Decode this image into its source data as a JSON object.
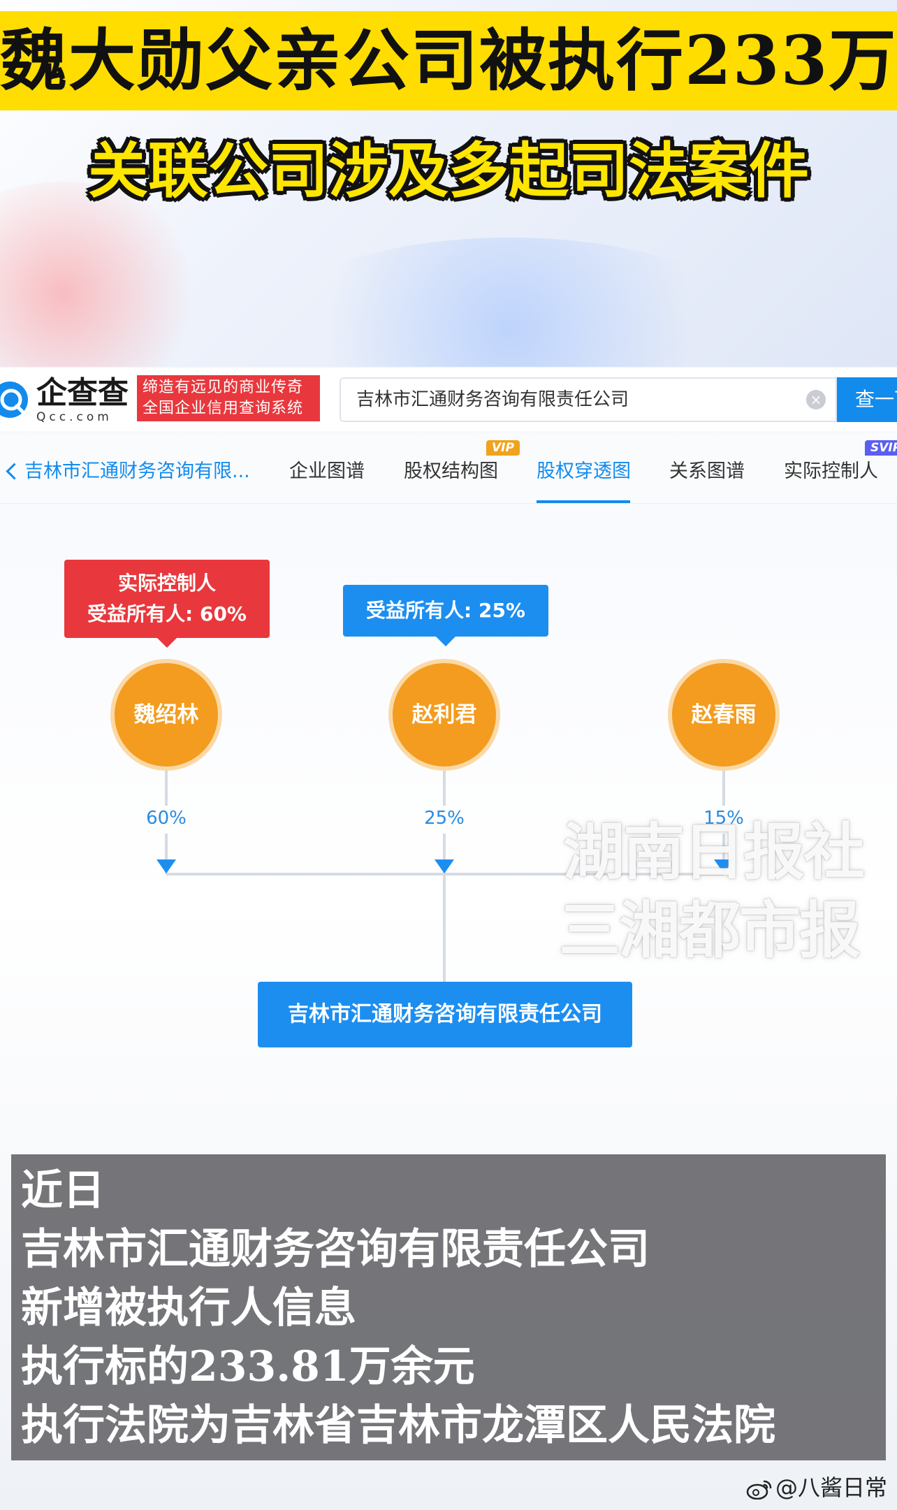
{
  "banner": {
    "title": "魏大勋父亲公司被执行233万",
    "subtitle": "关联公司涉及多起司法案件"
  },
  "qcc": {
    "logo_text": "企查查",
    "logo_domain": "Qcc.com",
    "slogan_line1": "缔造有远见的商业传奇",
    "slogan_line2": "全国企业信用查询系统",
    "search_value": "吉林市汇通财务咨询有限责任公司",
    "search_button": "查一下"
  },
  "tabs": {
    "company": "吉林市汇通财务咨询有限...",
    "items": [
      "企业图谱",
      "股权结构图",
      "股权穿透图",
      "关系图谱",
      "实际控制人"
    ],
    "active_index": 2,
    "vip_badge": "VIP",
    "svip_badge": "SVIP"
  },
  "diagram": {
    "controller_tag_line1": "实际控制人",
    "controller_tag_line2": "受益所有人: 60%",
    "beneficiary_tag": "受益所有人: 25%",
    "shareholders": [
      {
        "name": "魏绍林",
        "share": "60%"
      },
      {
        "name": "赵利君",
        "share": "25%"
      },
      {
        "name": "赵春雨",
        "share": "15%"
      }
    ],
    "company": "吉林市汇通财务咨询有限责任公司",
    "watermark_line1": "湖南日报社",
    "watermark_line2": "三湘都市报"
  },
  "caption": [
    "近日",
    "吉林市汇通财务咨询有限责任公司",
    "新增被执行人信息",
    "执行标的233.81万余元",
    "执行法院为吉林省吉林市龙潭区人民法院"
  ],
  "credit": {
    "handle": "@八酱日常"
  },
  "colors": {
    "qcc_blue": "#128bed",
    "node_orange": "#f39c1f",
    "tag_red": "#e8383d",
    "title_yellow": "#ffdd00"
  }
}
